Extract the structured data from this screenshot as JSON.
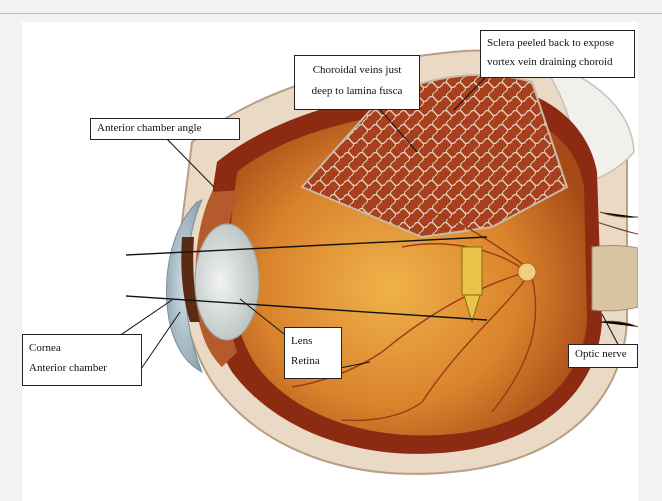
{
  "labels": {
    "anterior_chamber_angle": "Anterior chamber angle",
    "choroidal_veins_line1": "Choroidal veins just",
    "choroidal_veins_line2": "deep to lamina fusca",
    "sclera_line1": "Sclera peeled back to expose",
    "sclera_line2": "vortex vein draining choroid",
    "cornea": "Cornea",
    "anterior_chamber": "Anterior chamber",
    "lens": "Lens",
    "retina": "Retina",
    "optic_nerve": "Optic nerve"
  },
  "colors": {
    "sclera": "#ead8c2",
    "choroid": "#8c2b12",
    "fundus_center": "#e8a53a",
    "fundus_edge": "#b5591b",
    "lens": "#dfe3e0",
    "vessels": "#9a3a16"
  }
}
